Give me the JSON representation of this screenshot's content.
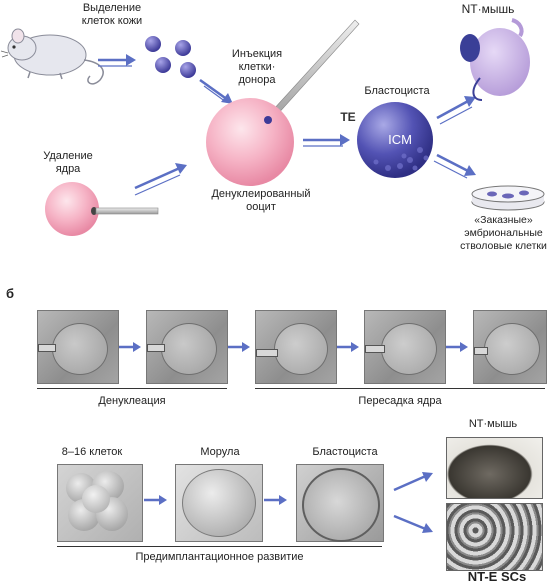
{
  "panel_a": {
    "skin_cells": "Выделение\nклеток кожи",
    "donor_injection": "Инъекция\nклетки·\nдонора",
    "nt_mouse": "NT·мышь",
    "enucleation": "Удаление\nядра",
    "blastocyst": "Бластоциста",
    "te": "TE",
    "icm": "ICM",
    "enucleated_oocyte": "Денуклеированный\nооцит",
    "custom_stem_cells": "«Заказные»\nэмбриональные\nстволовые клетки"
  },
  "panel_b": {
    "label": "б",
    "enucleation": "Денуклеация",
    "nuclear_transfer": "Пересадка ядра",
    "cells_8_16": "8–16 клеток",
    "morula": "Морула",
    "blastocyst": "Бластоциста",
    "nt_mouse": "NT·мышь",
    "preimplantation": "Предимплантационное развитие",
    "nt_esc": "NT-E SCs"
  },
  "colors": {
    "arrow": "#5b6fc4",
    "oocyte": "#f4a8bd",
    "blastocyst": "#4a4aa8",
    "skin_cell": "#5a55b0"
  }
}
